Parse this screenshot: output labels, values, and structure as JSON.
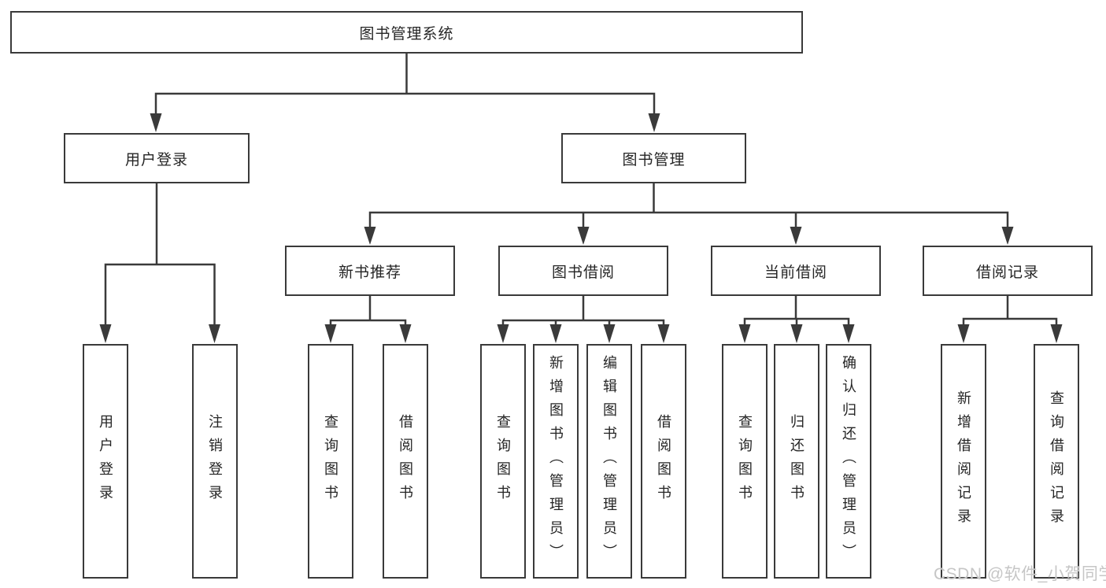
{
  "diagram": {
    "title_node": {
      "label": "图书管理系统"
    },
    "level1": [
      {
        "label": "用户登录"
      },
      {
        "label": "图书管理"
      }
    ],
    "level2": [
      {
        "label": "新书推荐"
      },
      {
        "label": "图书借阅"
      },
      {
        "label": "当前借阅"
      },
      {
        "label": "借阅记录"
      }
    ],
    "leaves": [
      {
        "label": "用户登录"
      },
      {
        "label": "注销登录"
      },
      {
        "label": "查询图书"
      },
      {
        "label": "借阅图书"
      },
      {
        "label": "查询图书"
      },
      {
        "label": "新增图书（管理员）"
      },
      {
        "label": "编辑图书（管理员）"
      },
      {
        "label": "借阅图书"
      },
      {
        "label": "查询图书"
      },
      {
        "label": "归还图书"
      },
      {
        "label": "确认归还（管理员）"
      },
      {
        "label": "新增借阅记录"
      },
      {
        "label": "查询借阅记录"
      }
    ]
  },
  "watermark": {
    "text": "CSDN @软件_小贺同学"
  },
  "colors": {
    "line": "#3a3a3a",
    "text": "#252525",
    "watermark": "#c6c6c6",
    "background": "#ffffff"
  }
}
